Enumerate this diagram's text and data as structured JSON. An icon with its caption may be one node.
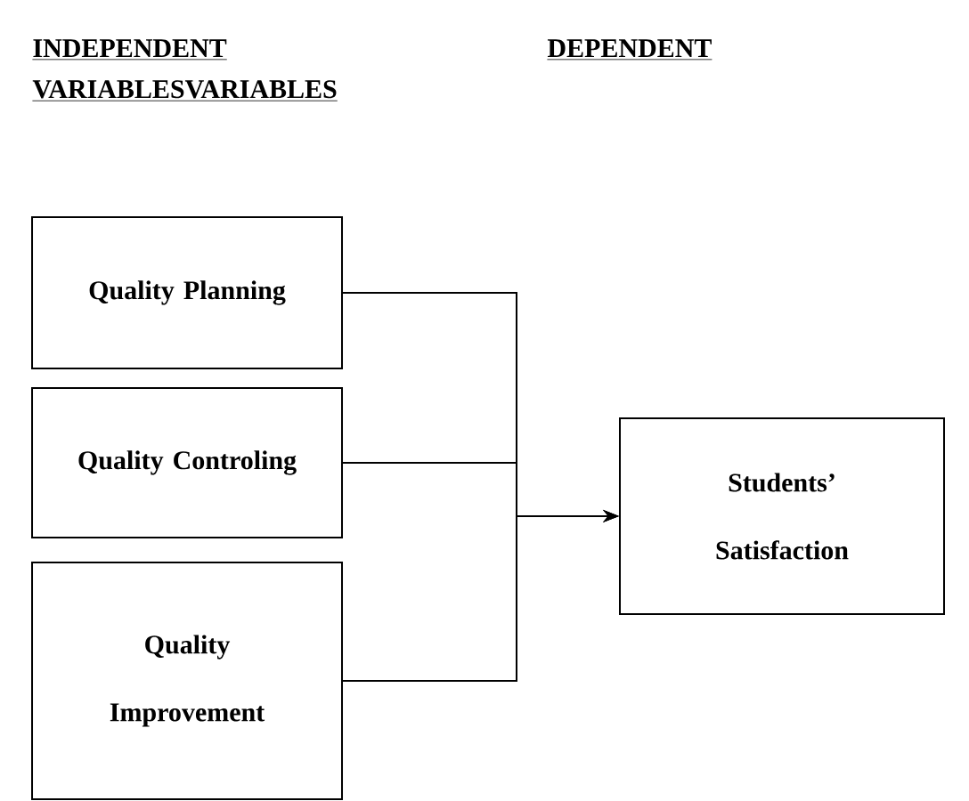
{
  "diagram": {
    "nodes": [
      {
        "text": [
          "Quality Planning"
        ]
      },
      {
        "text": [
          "Quality Controling"
        ]
      },
      {
        "text": [
          "Quality Improvement"
        ]
      },
      {
        "text": [
          "Students’ Satisfaction"
        ]
      }
    ],
    "edges": [
      {
        "from": 0,
        "to": 3,
        "arrow": "to"
      },
      {
        "from": 1,
        "to": 3,
        "arrow": "to"
      },
      {
        "from": 2,
        "to": 3,
        "arrow": "to"
      }
    ],
    "labels": [
      "INDEPENDENT",
      "DEPENDENT",
      "VARIABLESVARIABLES"
    ]
  }
}
